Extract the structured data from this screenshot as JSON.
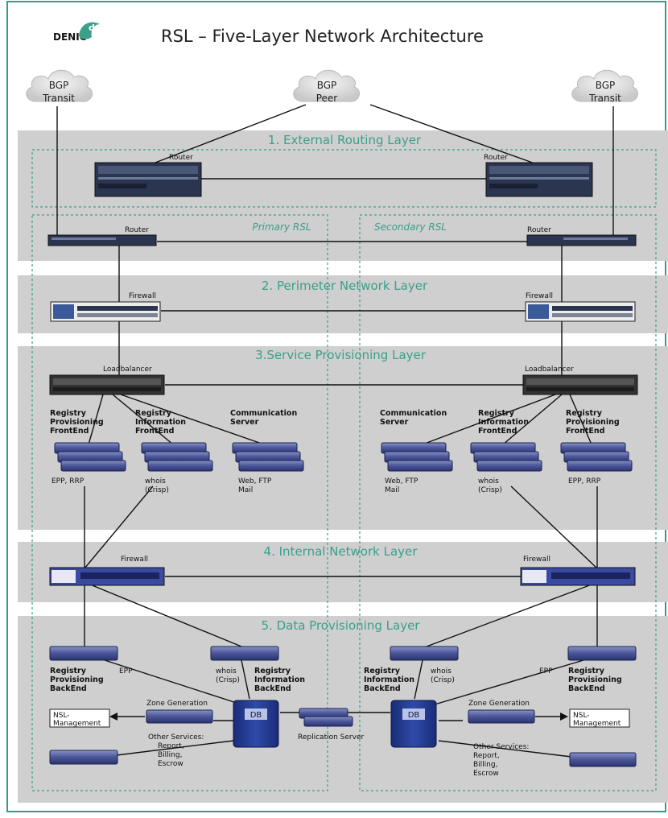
{
  "logo": {
    "text": "DENIC",
    "badge": "de"
  },
  "title": "RSL – Five-Layer Network Architecture",
  "clouds": {
    "left": [
      "BGP",
      "Transit"
    ],
    "center": [
      "BGP",
      "Peer"
    ],
    "right": [
      "BGP",
      "Transit"
    ]
  },
  "layers": [
    "1. External Routing Layer",
    "2. Perimeter Network Layer",
    "3.Service Provisioning Layer",
    "4. Internal Network Layer",
    "5. Data Provisioning Layer"
  ],
  "regions": {
    "primary": "Primary RSL",
    "secondary": "Secondary RSL"
  },
  "labels": {
    "router": "Router",
    "firewall": "Firewall",
    "loadbalancer": "Loadbalancer",
    "db": "DB",
    "replication": "Replication Server",
    "zone_generation": "Zone Generation",
    "nsl": [
      "NSL-",
      "Management"
    ],
    "other_services": [
      "Other Services:",
      "Report,",
      "Billing,",
      "Escrow"
    ],
    "epp": "EPP",
    "reg_prov_front": [
      "Registry",
      "Provisioning",
      "FrontEnd"
    ],
    "reg_info_front": [
      "Registry",
      "Information",
      "FrontEnd"
    ],
    "comm_server": [
      "Communication",
      "Server"
    ],
    "epp_rrp": "EPP, RRP",
    "whois_crisp": [
      "whois",
      "(Crisp)"
    ],
    "web_ftp_mail": [
      "Web, FTP",
      "Mail"
    ],
    "reg_prov_back": [
      "Registry",
      "Provisioning",
      "BackEnd"
    ],
    "reg_info_back": [
      "Registry",
      "Information",
      "BackEnd"
    ]
  },
  "colors": {
    "band": "#cfcfcf",
    "accent": "#3aa08a",
    "device_dark": "#2b3550",
    "server_blue": "#4e5a9c",
    "db_blue": "#233a8f",
    "frame": "#3a9a88"
  }
}
